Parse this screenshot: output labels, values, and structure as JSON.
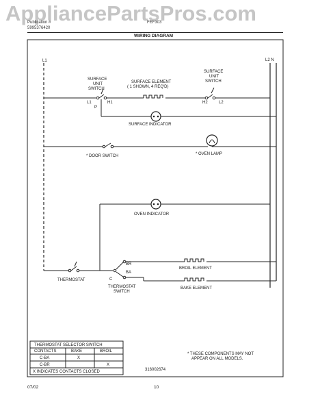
{
  "watermark": "AppliancePartsPros.com",
  "header": {
    "line1": "Publication #",
    "line2": "5995376420",
    "model": "FEF303",
    "title": "WIRING DIAGRAM"
  },
  "diagram": {
    "l1": "L1",
    "l2n": "L2 N",
    "surface_switch_left": [
      "SURFACE",
      "UNIT",
      "SWITCH"
    ],
    "surface_switch_right": [
      "SURFACE",
      "UNIT",
      "SWITCH"
    ],
    "surface_element": [
      "SURFACE ELEMENT",
      "( 1 SHOWN, 4 REQ'D)"
    ],
    "term_l1": "L1",
    "term_h1": "H1",
    "term_p": "P",
    "term_h2": "H2",
    "term_l2": "L2",
    "surface_indicator": "SURFACE INDICATOR",
    "door_switch": "* DOOR SWITCH",
    "oven_lamp": "* OVEN LAMP",
    "oven_indicator": "OVEN INDICATOR",
    "br": "BR",
    "c": "C",
    "ba": "BA",
    "thermostat": "THERMOSTAT",
    "thermostat_switch": [
      "THERMOSTAT",
      "SWITCH"
    ],
    "broil_element": "BROIL ELEMENT",
    "bake_element": "BAKE ELEMENT",
    "note": [
      "* THESE COMPONENTS MAY NOT",
      "APPEAR ON ALL MODELS."
    ],
    "part_number": "316002674"
  },
  "table": {
    "title": "THERMOSTAT SELECTOR SWITCH",
    "headers": [
      "CONTACTS",
      "BAKE",
      "BROIL"
    ],
    "rows": [
      [
        "C-BA",
        "X",
        ""
      ],
      [
        "C-BR",
        "",
        "X"
      ]
    ],
    "footer": "X INDICATES CONTACTS CLOSED"
  },
  "footer": {
    "date": "07/02",
    "page": "10"
  }
}
